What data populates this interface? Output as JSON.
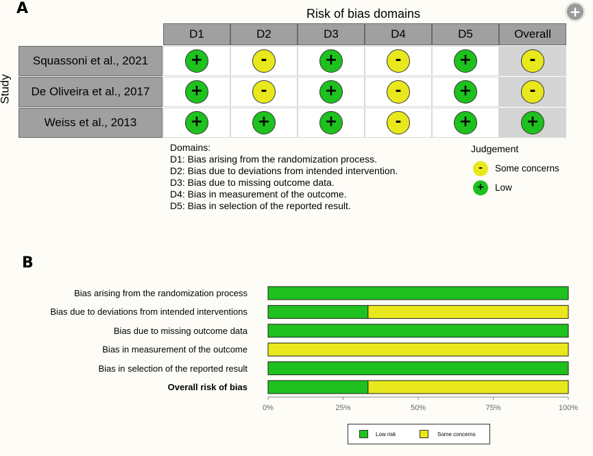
{
  "panel_a": {
    "label": "A",
    "title": "Risk of bias domains",
    "y_axis_label": "Study",
    "columns": [
      "D1",
      "D2",
      "D3",
      "D4",
      "D5",
      "Overall"
    ],
    "rows": [
      {
        "study": "Squassoni et al., 2021",
        "judgements": [
          "low",
          "some",
          "low",
          "some",
          "low",
          "some"
        ]
      },
      {
        "study": "De Oliveira et al., 2017",
        "judgements": [
          "low",
          "some",
          "low",
          "some",
          "low",
          "some"
        ]
      },
      {
        "study": "Weiss et al., 2013",
        "judgements": [
          "low",
          "low",
          "low",
          "some",
          "low",
          "low"
        ]
      }
    ],
    "symbols": {
      "low": "+",
      "some": "-"
    },
    "domains_title": "Domains:",
    "domains": [
      "D1: Bias arising from the randomization process.",
      "D2: Bias due to deviations from intended intervention.",
      "D3: Bias due to missing outcome data.",
      "D4: Bias in measurement of the outcome.",
      "D5: Bias in selection of the reported result."
    ],
    "judgement_title": "Judgement",
    "judgement_legend": [
      {
        "key": "some",
        "symbol": "-",
        "label": "Some concerns"
      },
      {
        "key": "low",
        "symbol": "+",
        "label": "Low"
      }
    ]
  },
  "panel_b": {
    "label": "B"
  },
  "chart_data": {
    "type": "bar",
    "orientation": "horizontal",
    "stacked": true,
    "categories": [
      "Bias arising from the randomization process",
      "Bias due to deviations from intended  interventions",
      "Bias due to missing outcome data",
      "Bias in measurement of the outcome",
      "Bias in selection of the reported  result",
      "Overall risk  of bias"
    ],
    "bold_category": "Overall risk  of bias",
    "series": [
      {
        "name": "Low risk",
        "values": [
          100,
          33.3,
          100,
          0,
          100,
          33.3
        ]
      },
      {
        "name": "Some concerns",
        "values": [
          0,
          66.7,
          0,
          100,
          0,
          66.7
        ]
      }
    ],
    "xlim": [
      0,
      100
    ],
    "xticks": [
      "0%",
      "25%",
      "50%",
      "75%",
      "100%"
    ],
    "legend_placement": "bottom"
  },
  "colors": {
    "low": "#1ec11e",
    "some": "#e8e81c",
    "header_grey": "#a0a0a0",
    "overall_cell": "#d4d4d4"
  },
  "icons": {
    "zoom": "zoom-in-icon"
  }
}
